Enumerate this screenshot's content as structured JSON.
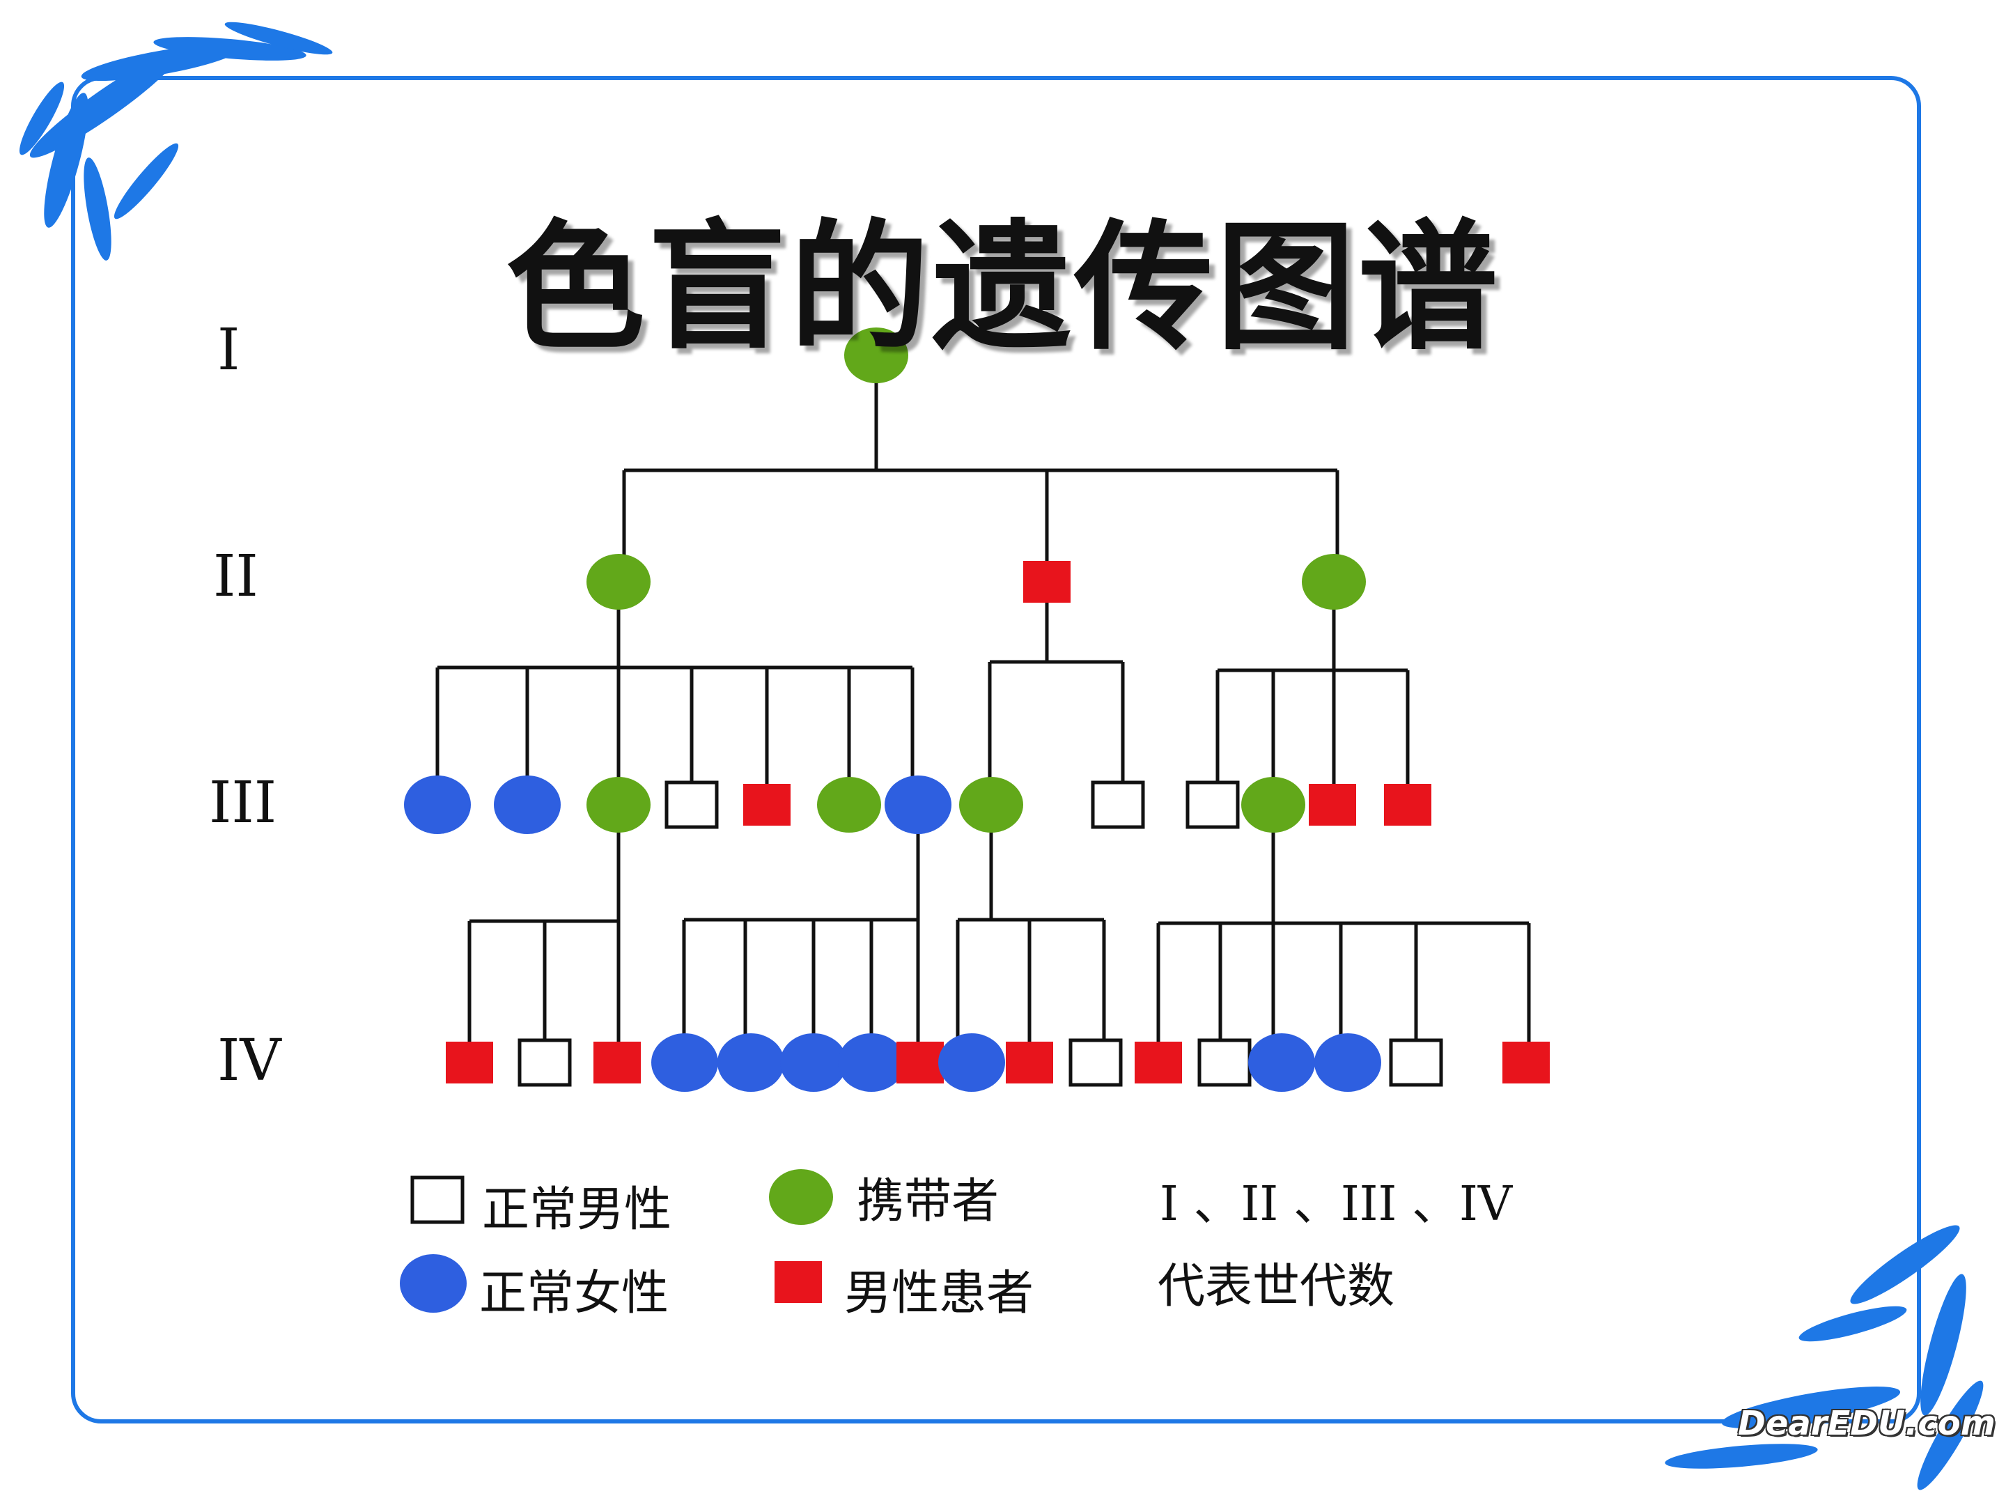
{
  "title": "色盲的遗传图谱",
  "generations": [
    "I",
    "II",
    "III",
    "IV"
  ],
  "legend": {
    "normal_male": "正常男性",
    "normal_female": "正常女性",
    "carrier": "携带者",
    "affected_male": "男性患者",
    "generation_symbols": "I 、II 、III 、IV",
    "generation_caption": "代表世代数"
  },
  "logo": "DearEDU.com",
  "colors": {
    "frame": "#1e78e6",
    "carrier": "#62a81a",
    "normal_female": "#2e5fe0",
    "affected_male": "#e8141c",
    "line": "#111111"
  },
  "pedigree": {
    "gen1": [
      "carrier"
    ],
    "gen2": [
      "carrier",
      "affected_male",
      "carrier"
    ],
    "gen3": [
      "normal_female",
      "normal_female",
      "carrier",
      "normal_male",
      "affected_male",
      "carrier",
      "normal_female",
      "carrier",
      "normal_male",
      "normal_male",
      "carrier",
      "affected_male",
      "affected_male"
    ],
    "gen4": [
      "affected_male",
      "normal_male",
      "affected_male",
      "normal_female",
      "normal_female",
      "normal_female",
      "normal_female",
      "affected_male",
      "normal_female",
      "affected_male",
      "normal_male",
      "affected_male",
      "normal_male",
      "normal_female",
      "normal_female",
      "normal_male",
      "affected_male"
    ]
  }
}
